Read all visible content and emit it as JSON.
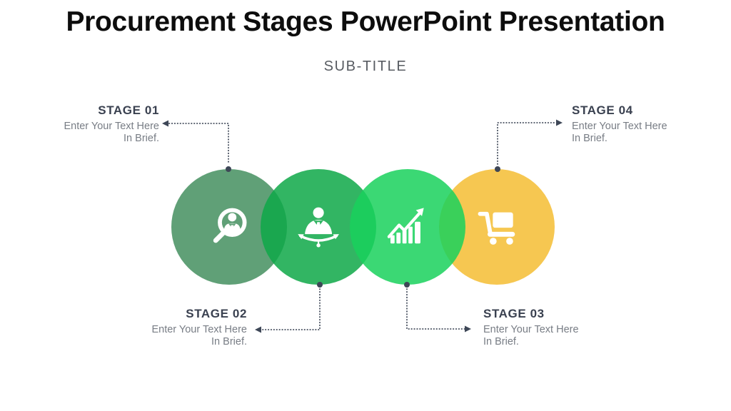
{
  "slide": {
    "title": "Procurement Stages PowerPoint Presentation",
    "subtitle": "SUB-TITLE"
  },
  "stages": [
    {
      "number": "01",
      "label": "STAGE 01",
      "description": "Enter Your Text Here\nIn Brief.",
      "icon": "search-user-icon"
    },
    {
      "number": "02",
      "label": "STAGE 02",
      "description": "Enter Your Text Here\nIn Brief.",
      "icon": "supplier-management-icon"
    },
    {
      "number": "03",
      "label": "STAGE 03",
      "description": "Enter Your Text Here\nIn Brief.",
      "icon": "growth-chart-icon"
    },
    {
      "number": "04",
      "label": "STAGE 04",
      "description": "Enter Your Text Here\nIn Brief.",
      "icon": "shopping-cart-icon"
    }
  ],
  "colors": {
    "background": "#ffffff",
    "title_text": "#0d0d0d",
    "subtitle_text": "#585c62",
    "stage_label_text": "#3a4150",
    "stage_description_text": "#787d85",
    "connector": "#3e4757",
    "icon": "#ffffff",
    "circles": [
      "#448f5f",
      "#0ea848",
      "#19d15c",
      "#f5bd33"
    ],
    "circle_surface": [
      "#60a077",
      "#32b563",
      "#3bd874",
      "#f6c751"
    ]
  }
}
